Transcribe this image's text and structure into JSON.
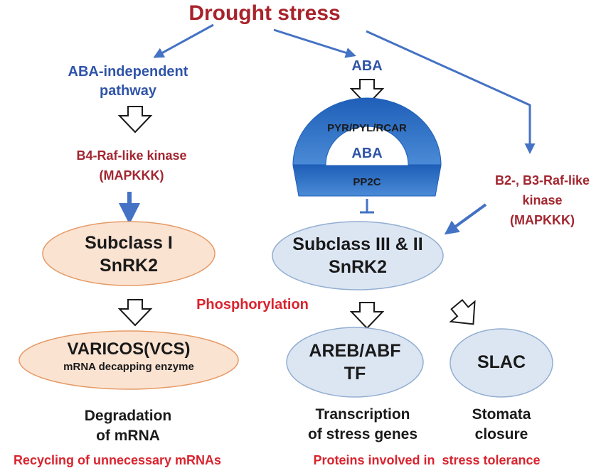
{
  "colors": {
    "title_red": "#a8232b",
    "blue_text": "#2f54a8",
    "dark_red": "#a22630",
    "arrow_blue": "#4472c4",
    "orange_fill": "#fbe3d2",
    "orange_stroke": "#e59a66",
    "blue_fill": "#dce6f2",
    "blue_stroke": "#93aed2",
    "receptor_blue": "#2e6fc4",
    "black": "#1a1a1a",
    "phospho_red": "#d9232e"
  },
  "title": "Drought stress",
  "left": {
    "pathway_line1": "ABA-independent",
    "pathway_line2": "pathway",
    "kinase_line1": "B4-Raf-like kinase",
    "kinase_line2": "(MAPKKK)",
    "subclass_line1": "Subclass I",
    "subclass_line2": "SnRK2",
    "vcs_line1": "VARICOS(VCS)",
    "vcs_line2": "mRNA decapping enzyme",
    "outcome_line1": "Degradation",
    "outcome_line2": "of mRNA",
    "bottom": "Recycling of unnecessary mRNAs"
  },
  "center": {
    "aba_top": "ABA",
    "receptor": "PYR/PYL/RCAR",
    "aba_inner": "ABA",
    "pp2c": "PP2C",
    "subclass_line1": "Subclass III & II",
    "subclass_line2": "SnRK2",
    "phosphorylation": "Phosphorylation",
    "areb_line1": "AREB/ABF",
    "areb_line2": "TF",
    "outcome_line1": "Transcription",
    "outcome_line2": "of stress genes",
    "bottom": "Proteins involved in  stress tolerance"
  },
  "right": {
    "kinase_line1": "B2-, B3-Raf-like",
    "kinase_line2": "kinase",
    "kinase_line3": "(MAPKKK)",
    "slac": "SLAC",
    "outcome_line1": "Stomata",
    "outcome_line2": "closure"
  }
}
